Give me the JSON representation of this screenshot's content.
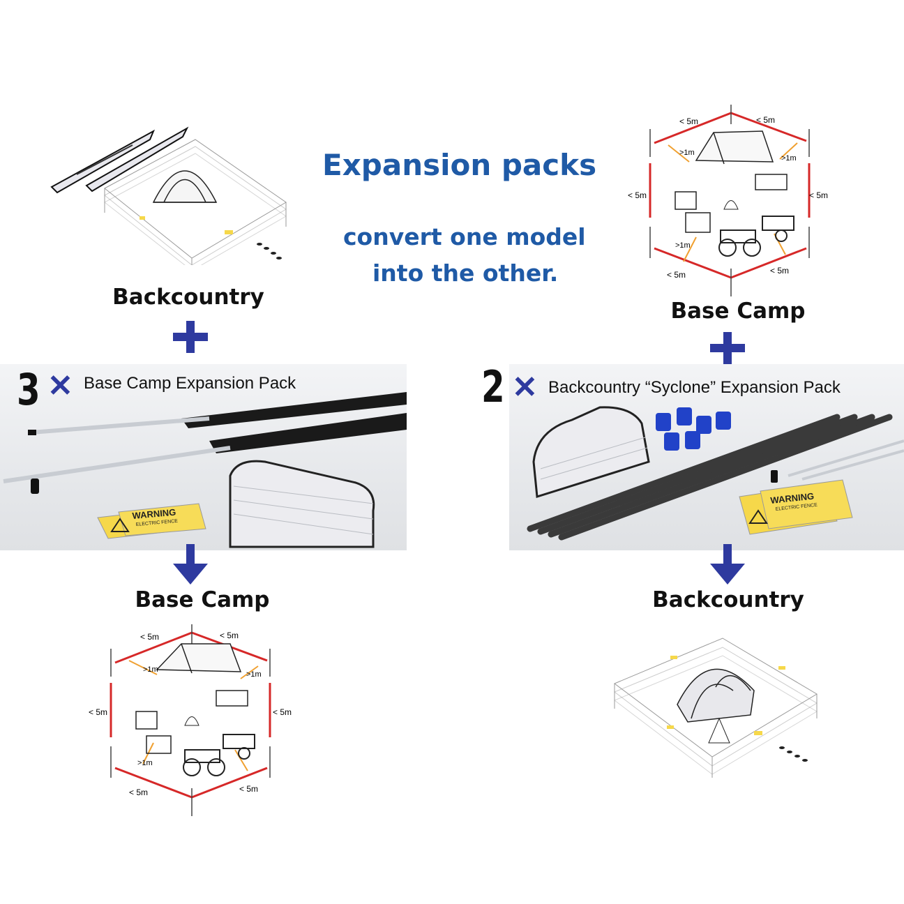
{
  "heading": {
    "title": "Expansion packs",
    "subtitle_line1": "convert one model",
    "subtitle_line2": "into the other."
  },
  "left": {
    "top_label": "Backcountry",
    "quantity": "3",
    "pack_name": "Base Camp Expansion Pack",
    "result_label": "Base Camp",
    "sign_text": "WARNING",
    "sign_sub": "ELECTRIC FENCE"
  },
  "right": {
    "top_label": "Base Camp",
    "quantity": "2",
    "pack_name": "Backcountry “Syclone” Expansion Pack",
    "result_label": "Backcountry",
    "sign_text": "WARNING",
    "sign_sub": "ELECTRIC FENCE"
  },
  "dimensions": {
    "lt5": "< 5m",
    "gt1": ">1m"
  },
  "colors": {
    "brand_blue": "#1f5aa6",
    "symbol_blue": "#2e3a9f",
    "measure_red": "#d62828",
    "measure_orange": "#f0a030",
    "warning_yellow": "#f6d84a"
  },
  "icons": [
    "plus-icon",
    "times-icon",
    "down-arrow-icon",
    "tent-icon",
    "kayak-icon",
    "atv-icon",
    "footprints-icon"
  ]
}
